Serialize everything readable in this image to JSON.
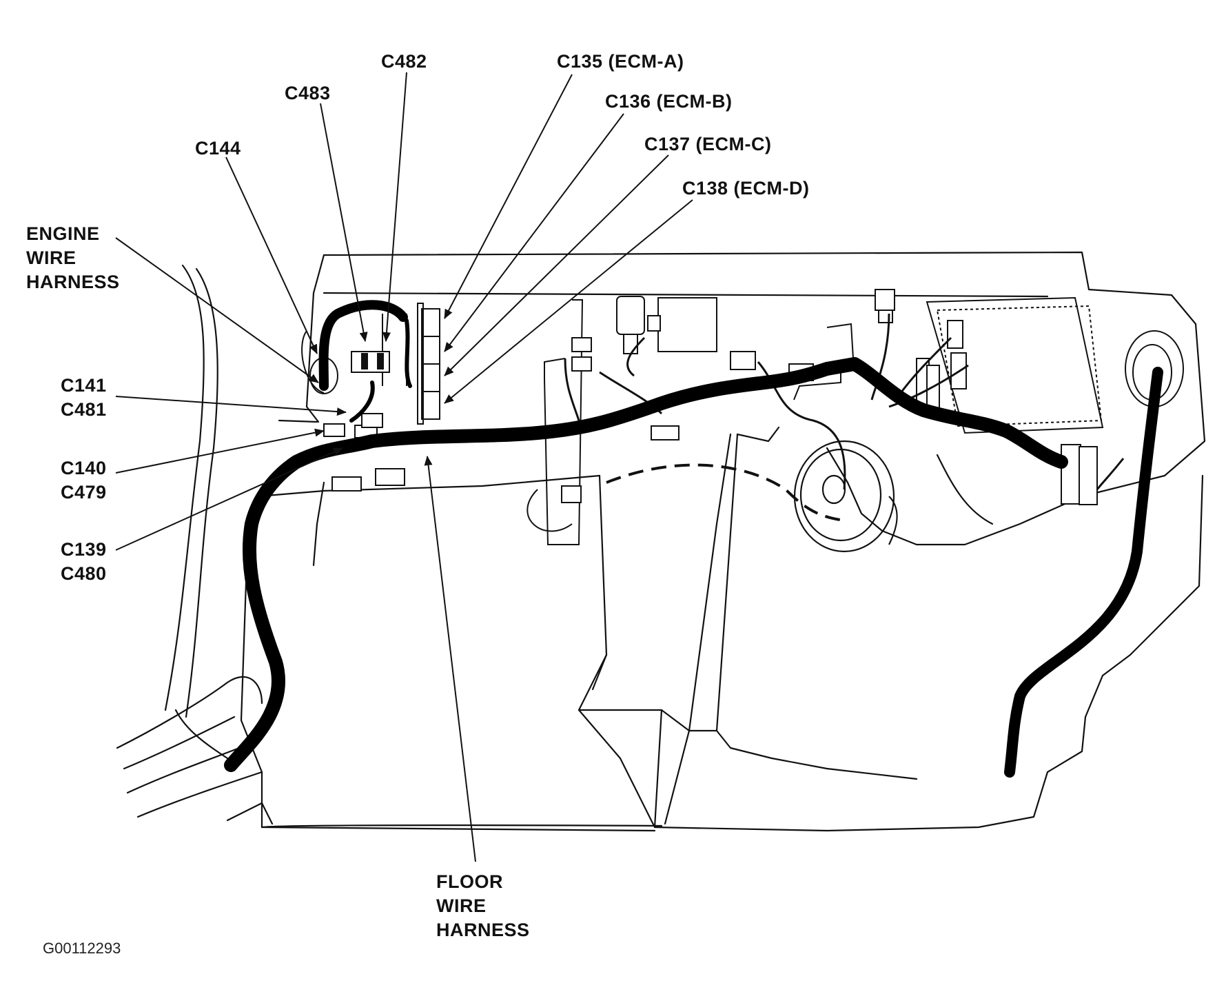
{
  "figure_id": "G00112293",
  "colors": {
    "line": "#111111",
    "harness": "#000000",
    "background": "#ffffff"
  },
  "labels": {
    "c482": "C482",
    "c483": "C483",
    "c144": "C144",
    "c135": "C135 (ECM-A)",
    "c136": "C136 (ECM-B)",
    "c137": "C137 (ECM-C)",
    "c138": "C138 (ECM-D)",
    "engine_harness": [
      "ENGINE",
      "WIRE",
      "HARNESS"
    ],
    "c141_c481": [
      "C141",
      "C481"
    ],
    "c140_c479": [
      "C140",
      "C479"
    ],
    "c139_c480": [
      "C139",
      "C480"
    ],
    "floor_harness": [
      "FLOOR",
      "WIRE",
      "HARNESS"
    ]
  }
}
